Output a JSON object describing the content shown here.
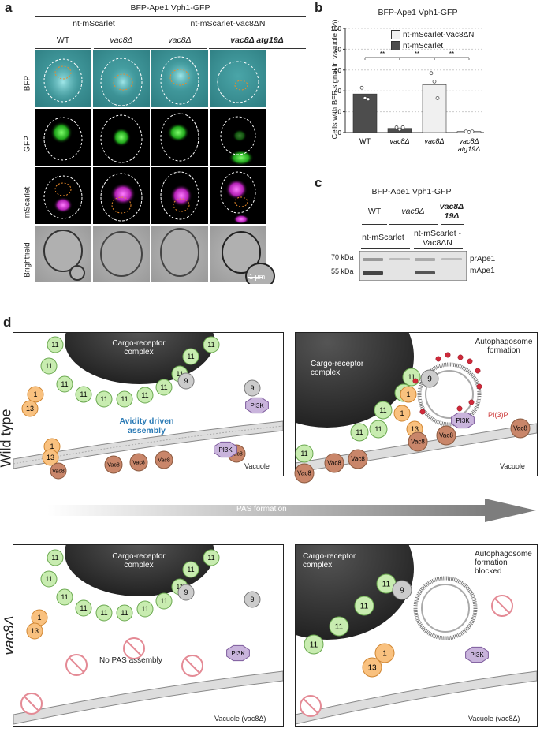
{
  "panel_a": {
    "letter": "a",
    "header_top": "BFP-Ape1 Vph1-GFP",
    "group1": "nt-mScarlet",
    "group2": "nt-mScarlet-Vac8ΔN",
    "columns": [
      "WT",
      "vac8Δ",
      "vac8Δ",
      "vac8Δ atg19Δ"
    ],
    "rows": [
      "BFP",
      "GFP",
      "mScarlet",
      "Brightfield"
    ],
    "scalebar": "1 µm"
  },
  "panel_b": {
    "letter": "b",
    "header": "BFP-Ape1 Vph1-GFP",
    "legend": [
      "nt-mScarlet-Vac8ΔN",
      "nt-mScarlet"
    ],
    "significance": [
      "**",
      "**",
      "**",
      "**"
    ]
  },
  "chart_data": {
    "type": "bar",
    "ylabel": "Cells with BFP signal in vacuole (%)",
    "ylim": [
      0,
      100
    ],
    "yticks": [
      0,
      20,
      40,
      60,
      80,
      100
    ],
    "categories": [
      "WT",
      "vac8Δ",
      "vac8Δ",
      "vac8Δ atg19Δ"
    ],
    "values": [
      37,
      4,
      46,
      1
    ],
    "bar_colors": [
      "#4d4d4d",
      "#4d4d4d",
      "#f0f0f0",
      "#f0f0f0"
    ],
    "points": [
      [
        43,
        33,
        32
      ],
      [
        5,
        3,
        5
      ],
      [
        57,
        49,
        33
      ],
      [
        1,
        0.5,
        1
      ]
    ],
    "grid": true
  },
  "panel_c": {
    "letter": "c",
    "header": "BFP-Ape1 Vph1-GFP",
    "lanes": [
      "WT",
      "vac8Δ",
      "vac8Δ 19Δ"
    ],
    "group1": "nt-mScarlet",
    "group2": "nt-mScarlet -Vac8ΔN",
    "mw": [
      "70 kDa",
      "55 kDa"
    ],
    "bands": [
      "prApe1",
      "mApe1"
    ]
  },
  "panel_d": {
    "letter": "d",
    "row1_label": "Wild type",
    "row2_label": "vac8Δ",
    "arrow_label": "PAS formation",
    "p1": {
      "complex": "Cargo-receptor complex",
      "assembly": "Avidity driven assembly",
      "vacuole": "Vacuole"
    },
    "p2": {
      "complex": "Cargo-receptor complex",
      "autophagosome": "Autophagosome formation",
      "vacuole": "Vacuole",
      "p": "P",
      "pi3p": "PI(3)P"
    },
    "p3": {
      "complex": "Cargo-receptor complex",
      "no_pas": "No PAS assembly",
      "vacuole": "Vacuole (vac8Δ)"
    },
    "p4": {
      "complex": "Cargo-receptor complex",
      "blocked": "Autophagosome formation blocked",
      "vacuole": "Vacuole (vac8Δ)"
    },
    "labels": {
      "atg11": "11",
      "atg9": "9",
      "atg1": "1",
      "atg13": "13",
      "vac8": "Vac8",
      "pi3k": "PI3K"
    }
  }
}
